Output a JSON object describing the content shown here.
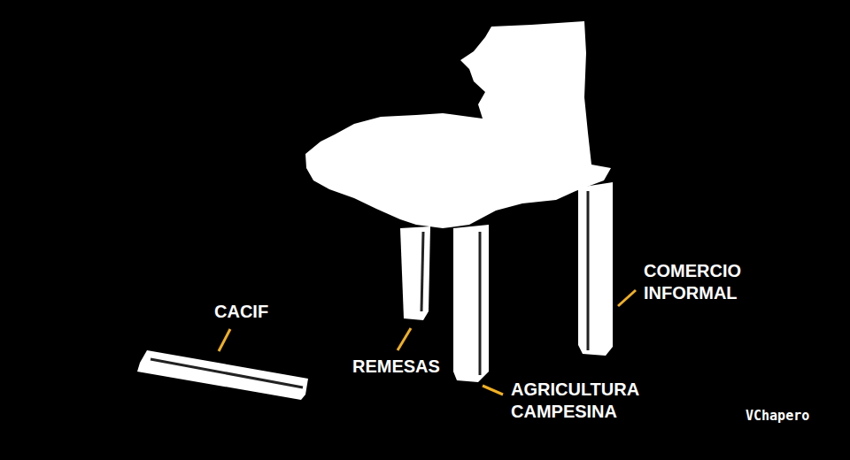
{
  "diagram": {
    "labels": [
      "CACIF",
      "REMESAS",
      "AGRICULTURA CAMPESINA",
      "COMERCIO INFORMAL",
      "VChapero"
    ]
  }
}
